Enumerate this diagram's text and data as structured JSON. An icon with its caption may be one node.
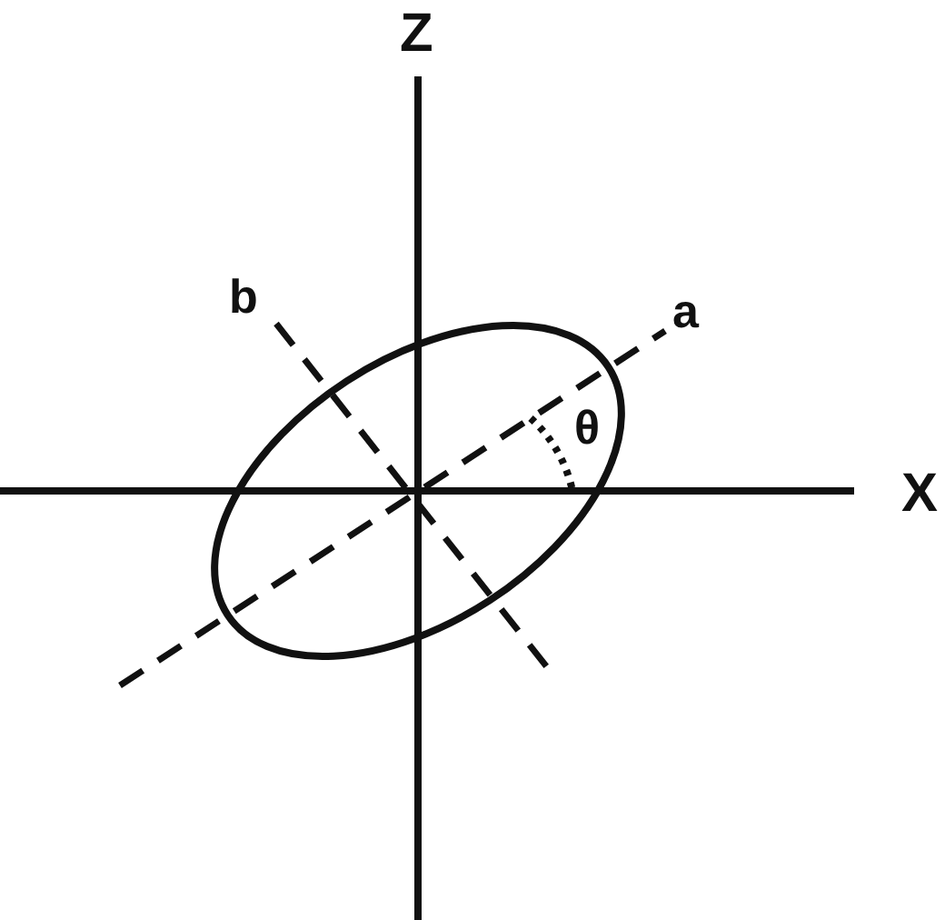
{
  "diagram": {
    "labels": [
      "Z",
      "b",
      "a",
      "θ",
      "X"
    ]
  }
}
